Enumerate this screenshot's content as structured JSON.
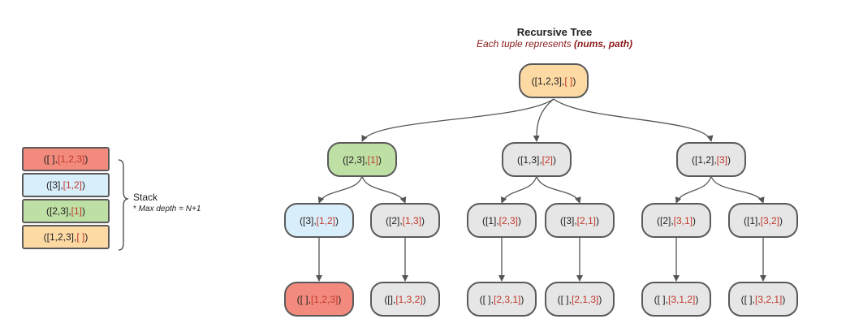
{
  "title": "Recursive Tree",
  "subtitle_prefix": "Each tuple represents ",
  "subtitle_emph": "(nums, path)",
  "stack": {
    "label": "Stack",
    "note_prefix": "* ",
    "note": "Max depth = N+1",
    "cells": [
      {
        "nums": "([ ], ",
        "path": "[1,2,3]",
        "close": ")",
        "color": "#f28b7e"
      },
      {
        "nums": "([3], ",
        "path": "[1,2]",
        "close": ")",
        "color": "#d9eefb"
      },
      {
        "nums": "([2,3], ",
        "path": "[1]",
        "close": ")",
        "color": "#bfe0a4"
      },
      {
        "nums": "([1,2,3], ",
        "path": "[ ]",
        "close": ")",
        "color": "#fdd9a4"
      }
    ]
  },
  "tree": {
    "root": {
      "nums": "([1,2,3], ",
      "path": "[ ]",
      "close": ")"
    },
    "l1_a": {
      "nums": "([2,3], ",
      "path": "[1]",
      "close": ")"
    },
    "l1_b": {
      "nums": "([1,3], ",
      "path": "[2]",
      "close": ")"
    },
    "l1_c": {
      "nums": "([1,2], ",
      "path": "[3]",
      "close": ")"
    },
    "l2_a1": {
      "nums": "([3], ",
      "path": "[1,2]",
      "close": ")"
    },
    "l2_a2": {
      "nums": "([2], ",
      "path": "[1,3]",
      "close": ")"
    },
    "l2_b1": {
      "nums": "([1], ",
      "path": "[2,3]",
      "close": ")"
    },
    "l2_b2": {
      "nums": "([3], ",
      "path": "[2,1]",
      "close": ")"
    },
    "l2_c1": {
      "nums": "([2], ",
      "path": "[3,1]",
      "close": ")"
    },
    "l2_c2": {
      "nums": "([1], ",
      "path": "[3,2]",
      "close": ")"
    },
    "l3_a1": {
      "nums": "([ ], ",
      "path": "[1,2,3]",
      "close": ")"
    },
    "l3_a2": {
      "nums": "([], ",
      "path": "[1,3,2]",
      "close": ")"
    },
    "l3_b1": {
      "nums": "([ ], ",
      "path": "[2,3,1]",
      "close": ")"
    },
    "l3_b2": {
      "nums": "([ ], ",
      "path": "[2,1,3]",
      "close": ")"
    },
    "l3_c1": {
      "nums": "([ ], ",
      "path": "[3,1,2]",
      "close": ")"
    },
    "l3_c2": {
      "nums": "([ ], ",
      "path": "[3,2,1]",
      "close": ")"
    }
  }
}
